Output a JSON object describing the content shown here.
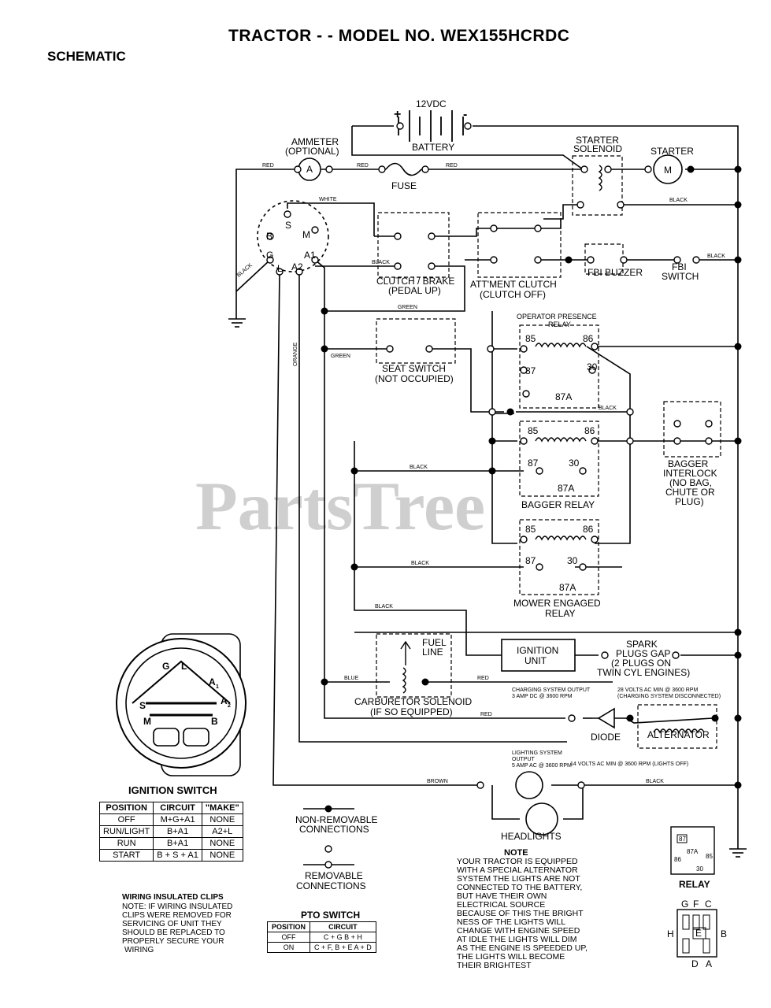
{
  "header": {
    "title": "TRACTOR - - MODEL NO. WEX155HCRDC",
    "subtitle": "SCHEMATIC"
  },
  "watermark": "PartsTree",
  "components": {
    "battery": {
      "voltage": "12VDC",
      "plus": "+",
      "minus": "-",
      "label": "BATTERY"
    },
    "ammeter": {
      "line1": "AMMETER",
      "line2": "(OPTIONAL)",
      "symbol": "A"
    },
    "fuse": "FUSE",
    "starter_solenoid": {
      "line1": "STARTER",
      "line2": "SOLENOID"
    },
    "starter": {
      "label": "STARTER",
      "symbol": "M"
    },
    "clutch_brake": {
      "line1": "CLUTCH / BRAKE",
      "line2": "(PEDAL UP)"
    },
    "attment_clutch": {
      "line1": "ATT'MENT CLUTCH",
      "line2": "(CLUTCH OFF)"
    },
    "fbi_buzzer": "FBI BUZZER",
    "fbi_switch": {
      "line1": "FBI",
      "line2": "SWITCH"
    },
    "operator_relay": {
      "line1": "OPERATOR PRESENCE",
      "line2": "RELAY"
    },
    "seat_switch": {
      "line1": "SEAT SWITCH",
      "line2": "(NOT OCCUPIED)"
    },
    "bagger_relay": "BAGGER RELAY",
    "bagger_interlock": {
      "line1": "BAGGER",
      "line2": "INTERLOCK",
      "line3": "(NO BAG,",
      "line4": "CHUTE OR",
      "line5": "PLUG)"
    },
    "mower_relay": {
      "line1": "MOWER ENGAGED",
      "line2": "RELAY"
    },
    "fuel_line": {
      "line1": "FUEL",
      "line2": "LINE"
    },
    "ignition_unit": {
      "line1": "IGNITION",
      "line2": "UNIT"
    },
    "spark_plugs": {
      "line1": "SPARK",
      "line2": "PLUGS GAP",
      "line3": "(2 PLUGS ON",
      "line4": "TWIN CYL ENGINES)"
    },
    "carb_solenoid": {
      "line1": "CARBURETOR SOLENOID",
      "line2": "(IF SO EQUIPPED)"
    },
    "charging_output": {
      "line1": "CHARGING SYSTEM OUTPUT",
      "line2": "3 AMP DC @ 3600 RPM"
    },
    "alternator_volts": {
      "line1": "28 VOLTS AC MIN @ 3600 RPM",
      "line2": "(CHARGING SYSTEM DISCONNECTED)"
    },
    "diode": "DIODE",
    "alternator": "ALTERNATOR",
    "lighting_output": {
      "line1": "LIGHTING SYSTEM",
      "line2": "OUTPUT",
      "line3": "5 AMP AC @ 3600 RPM"
    },
    "lights_volts": "14 VOLTS AC MIN @ 3600 RPM (LIGHTS OFF)",
    "headlights": "HEADLIGHTS",
    "ignition_switch_terms": {
      "b": "B",
      "s": "S",
      "m": "M",
      "g": "G",
      "l": "L",
      "a1": "A1",
      "a2": "A2"
    }
  },
  "relay_pins": {
    "p85": "85",
    "p86": "86",
    "p87": "87",
    "p30": "30",
    "p87a": "87A"
  },
  "wires": {
    "red": "RED",
    "white": "WHITE",
    "black": "BLACK",
    "green": "GREEN",
    "orange": "ORANGE",
    "blue": "BLUE",
    "brown": "BROWN"
  },
  "ignition_switch": {
    "title": "IGNITION SWITCH",
    "face": {
      "g": "G",
      "l": "L",
      "a1": "A",
      "a1sub": "1",
      "a2": "A",
      "a2sub": "2",
      "s": "S",
      "m": "M",
      "b": "B"
    },
    "headers": [
      "POSITION",
      "CIRCUIT",
      "\"MAKE\""
    ],
    "rows": [
      [
        "OFF",
        "M+G+A1",
        "NONE"
      ],
      [
        "RUN/LIGHT",
        "B+A1",
        "A2+L"
      ],
      [
        "RUN",
        "B+A1",
        "NONE"
      ],
      [
        "START",
        "B + S + A1",
        "NONE"
      ]
    ]
  },
  "legend": {
    "non_removable": {
      "line1": "NON-REMOVABLE",
      "line2": "CONNECTIONS"
    },
    "removable": {
      "line1": "REMOVABLE",
      "line2": "CONNECTIONS"
    }
  },
  "wiring_clips": {
    "title": "WIRING INSULATED CLIPS",
    "lines": [
      "NOTE: IF WIRING INSULATED",
      "CLIPS WERE REMOVED FOR",
      "SERVICING OF UNIT THEY",
      "SHOULD BE REPLACED TO",
      "PROPERLY SECURE YOUR",
      "WIRING"
    ]
  },
  "pto_switch": {
    "title": "PTO SWITCH",
    "headers": [
      "POSITION",
      "CIRCUIT"
    ],
    "rows": [
      [
        "OFF",
        "C + G  B + H"
      ],
      [
        "ON",
        "C + F, B + E  A + D"
      ]
    ]
  },
  "note": {
    "title": "NOTE",
    "lines": [
      "YOUR TRACTOR IS EQUIPPED",
      "WITH A SPECIAL ALTERNATOR",
      "SYSTEM  THE LIGHTS ARE NOT",
      "CONNECTED TO  THE BATTERY,",
      "BUT HAVE THEIR OWN",
      "ELECTRICAL SOURCE",
      "BECAUSE OF THIS  THE BRIGHT",
      "NESS OF THE LIGHTS WILL",
      "CHANGE WITH ENGINE SPEED",
      "AT IDLE THE LIGHTS WILL DIM",
      "AS THE ENGINE IS SPEEDED UP,",
      "THE LIGHTS WILL BECOME",
      "THEIR BRIGHTEST"
    ]
  },
  "relay_legend": {
    "title": "RELAY",
    "p87": "87",
    "p87a": "87A",
    "p86": "86",
    "p85": "85",
    "p30": "30"
  },
  "pto_legend": {
    "g": "G",
    "f": "F",
    "c": "C",
    "h": "H",
    "e": "E",
    "b": "B",
    "d": "D",
    "a": "A"
  }
}
